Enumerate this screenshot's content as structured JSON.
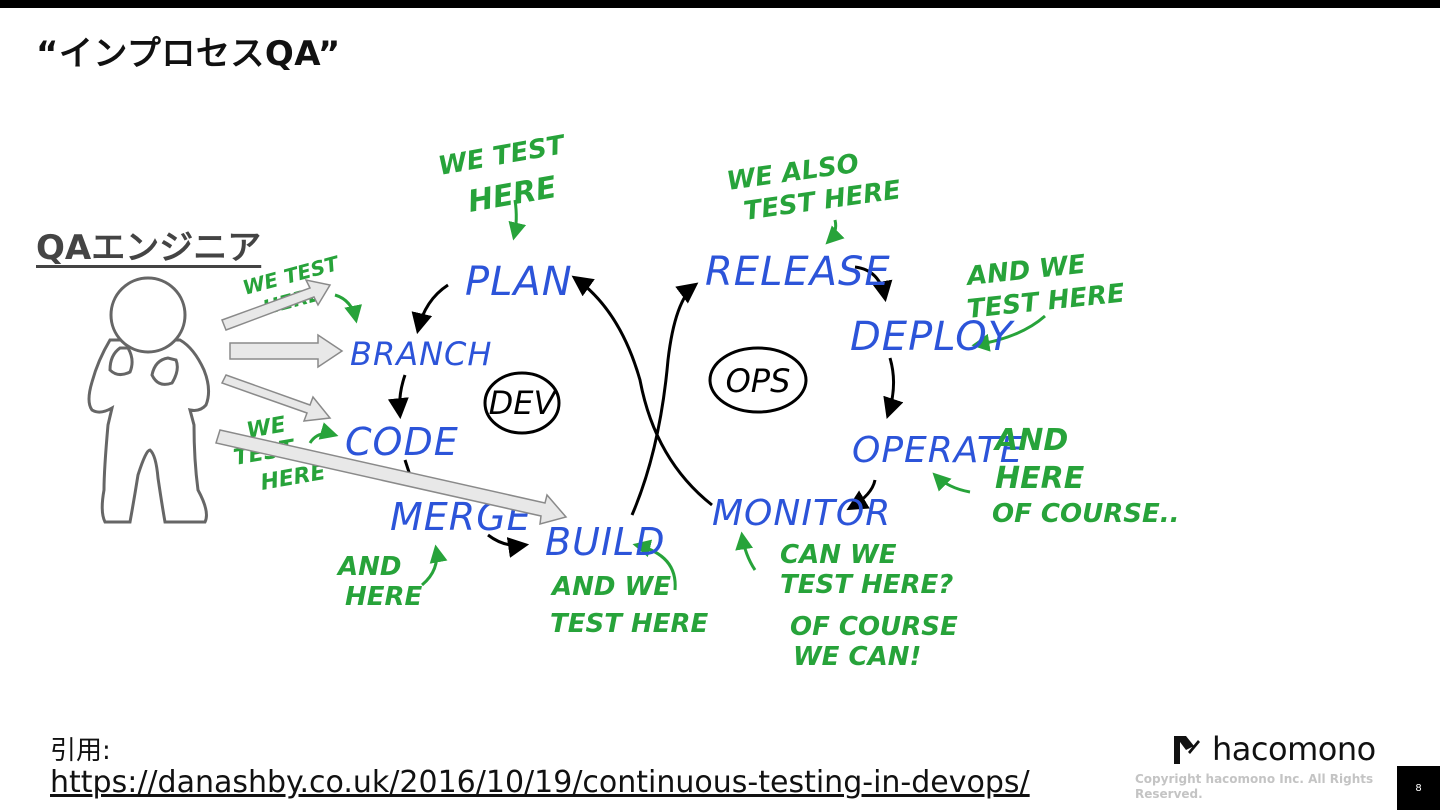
{
  "slide": {
    "title": "“インプロセスQA”",
    "qa_label": "QAエンジニア",
    "citation_label": "引用:",
    "citation_url": "https://danashby.co.uk/2016/10/19/continuous-testing-in-devops/",
    "logo_text": "hacomono",
    "copyright": "Copyright hacomono Inc. All Rights Reserved.",
    "page_number": "8"
  },
  "diagram": {
    "center_labels": {
      "dev": "DEV",
      "ops": "OPS"
    },
    "stages": {
      "plan": "PLAN",
      "branch": "BRANCH",
      "code": "CODE",
      "merge": "MERGE",
      "build": "BUILD",
      "release": "RELEASE",
      "deploy": "DEPLOY",
      "operate": "OPERATE",
      "monitor": "MONITOR"
    },
    "notes": {
      "plan_1": "WE TEST",
      "plan_2": "HERE",
      "branch_1": "WE TEST",
      "branch_2": "HERE",
      "code_1": "WE",
      "code_2": "TEST",
      "code_3": "HERE",
      "merge_1": "AND",
      "merge_2": "HERE",
      "build_1": "AND WE",
      "build_2": "TEST HERE",
      "release_1": "WE ALSO",
      "release_2": "TEST HERE",
      "deploy_1": "AND WE",
      "deploy_2": "TEST HERE",
      "operate_1": "AND",
      "operate_2": "HERE",
      "operate_3": "OF COURSE..",
      "monitor_1": "CAN WE",
      "monitor_2": "TEST HERE?",
      "monitor_3": "OF COURSE",
      "monitor_4": "WE CAN!"
    },
    "colors": {
      "stage": "#2c54d9",
      "note": "#27a33a",
      "arrow": "#000000",
      "qa_arrow": "#e6e6e6"
    }
  }
}
